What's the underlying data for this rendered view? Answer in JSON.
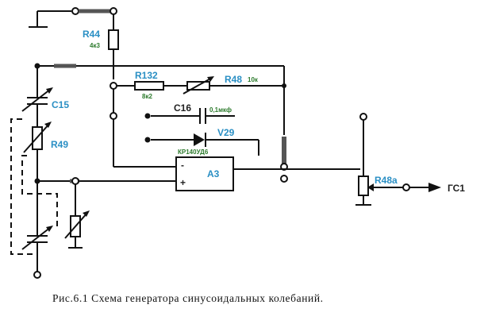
{
  "colors": {
    "wire": "#111111",
    "label_blue": "#2a8fc4",
    "label_green": "#2c7a2c",
    "dashed": "#111111",
    "thick_conn": "#555555"
  },
  "labels": {
    "r44": "R44",
    "r44_value": "4к3",
    "r132": "R132",
    "r132_value": "8к2",
    "r48": "R48",
    "r48_value": "10к",
    "c16": "C16",
    "c16_value": "0,1мкф",
    "v29": "V29",
    "opamp_type": "КР140УД6",
    "a3": "A3",
    "opamp_minus": "-",
    "opamp_plus": "+",
    "c15": "C15",
    "r49": "R49",
    "r48a": "R48а",
    "gs1": "ГС1"
  },
  "caption": "Рис.6.1 Схема генератора синусоидальных колебаний."
}
